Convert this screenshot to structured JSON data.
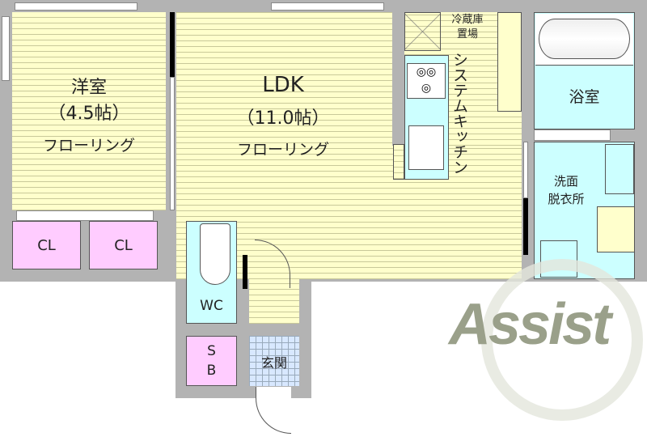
{
  "rooms": {
    "western": {
      "name": "洋室",
      "size": "（4.5帖）",
      "floor": "フローリング"
    },
    "ldk": {
      "name": "LDK",
      "size": "（11.0帖）",
      "floor": "フローリング"
    },
    "fridge": "冷蔵庫\n置場",
    "kitchen": "システムキッチン",
    "bath": "浴室",
    "washroom": "洗面\n脱衣所",
    "closet1": "CL",
    "closet2": "CL",
    "wc": "WC",
    "sb": "S\nB",
    "entrance": "玄関"
  },
  "logo": {
    "text": "Assist",
    "color": "#9aa08a"
  },
  "colors": {
    "floor": "#ffffcc",
    "wet": "#ccffff",
    "storage": "#ffccff",
    "wall": "#b3b3b3",
    "entrance": "#d8e8ff"
  }
}
